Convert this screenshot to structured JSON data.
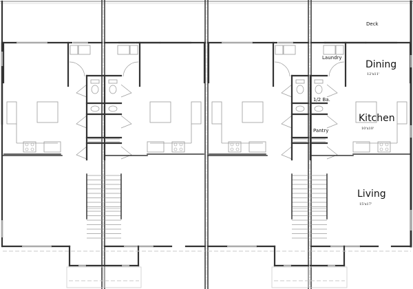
{
  "plan": {
    "title": "Fourplex main floor plan",
    "unit_count": 4,
    "rooms": {
      "deck": {
        "label": "Deck"
      },
      "laundry": {
        "label": "Laundry"
      },
      "dining": {
        "label": "Dining",
        "dims": "12'x11'"
      },
      "half_bath": {
        "label": "1/2 Ba."
      },
      "kitchen": {
        "label": "Kitchen",
        "dims": "10'x10'"
      },
      "pantry": {
        "label": "Pantry"
      },
      "living": {
        "label": "Living",
        "dims": "15'x17'"
      }
    },
    "colors": {
      "wall": "#333333",
      "fixture": "#9a9a9a",
      "dashed": "#c8c8c8",
      "window": "#aaaaaa"
    }
  }
}
